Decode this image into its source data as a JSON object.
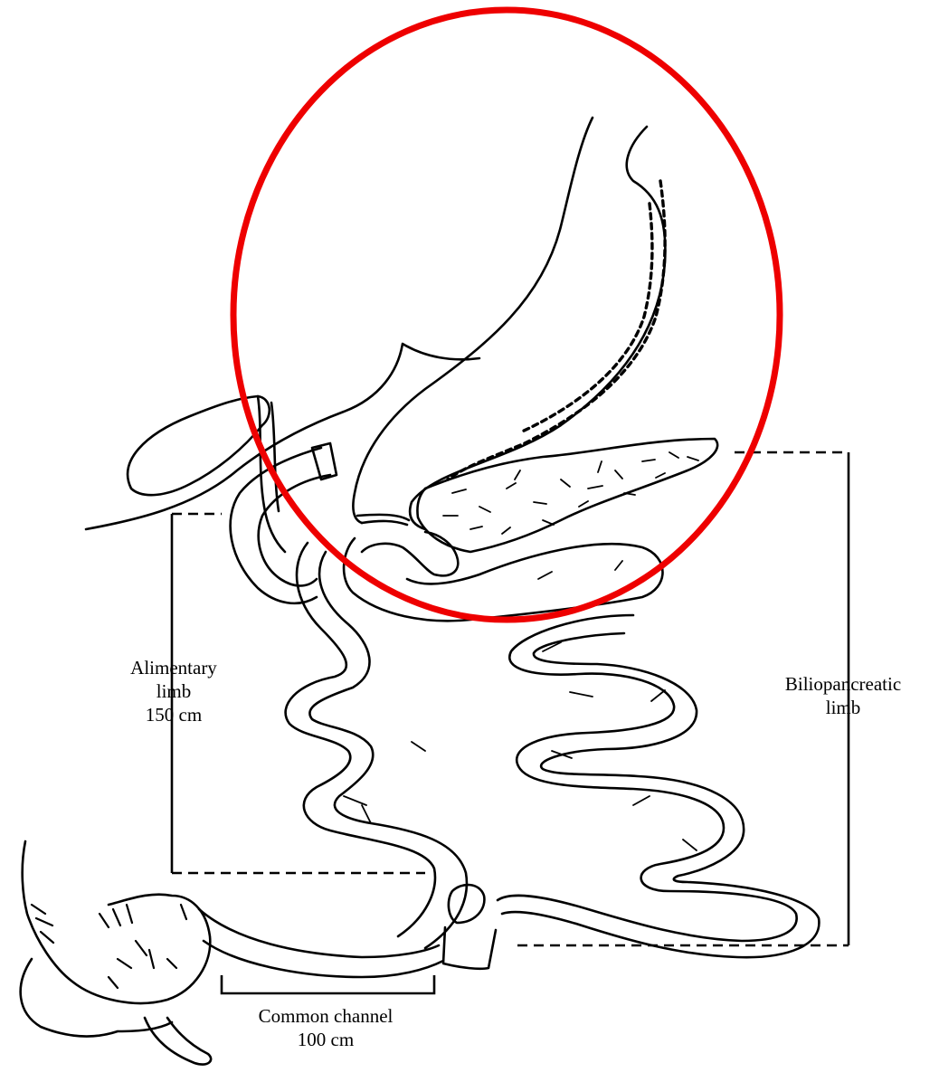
{
  "labels": {
    "alimentary_line1": "Alimentary",
    "alimentary_line2": "limb",
    "alimentary_line3": "150 cm",
    "bilio_line1": "Biliopancreatic",
    "bilio_line2": "limb",
    "common_line1": "Common channel",
    "common_line2": "100 cm"
  },
  "colors": {
    "ink": "#000000",
    "highlight": "#ee0000",
    "background": "#ffffff"
  }
}
